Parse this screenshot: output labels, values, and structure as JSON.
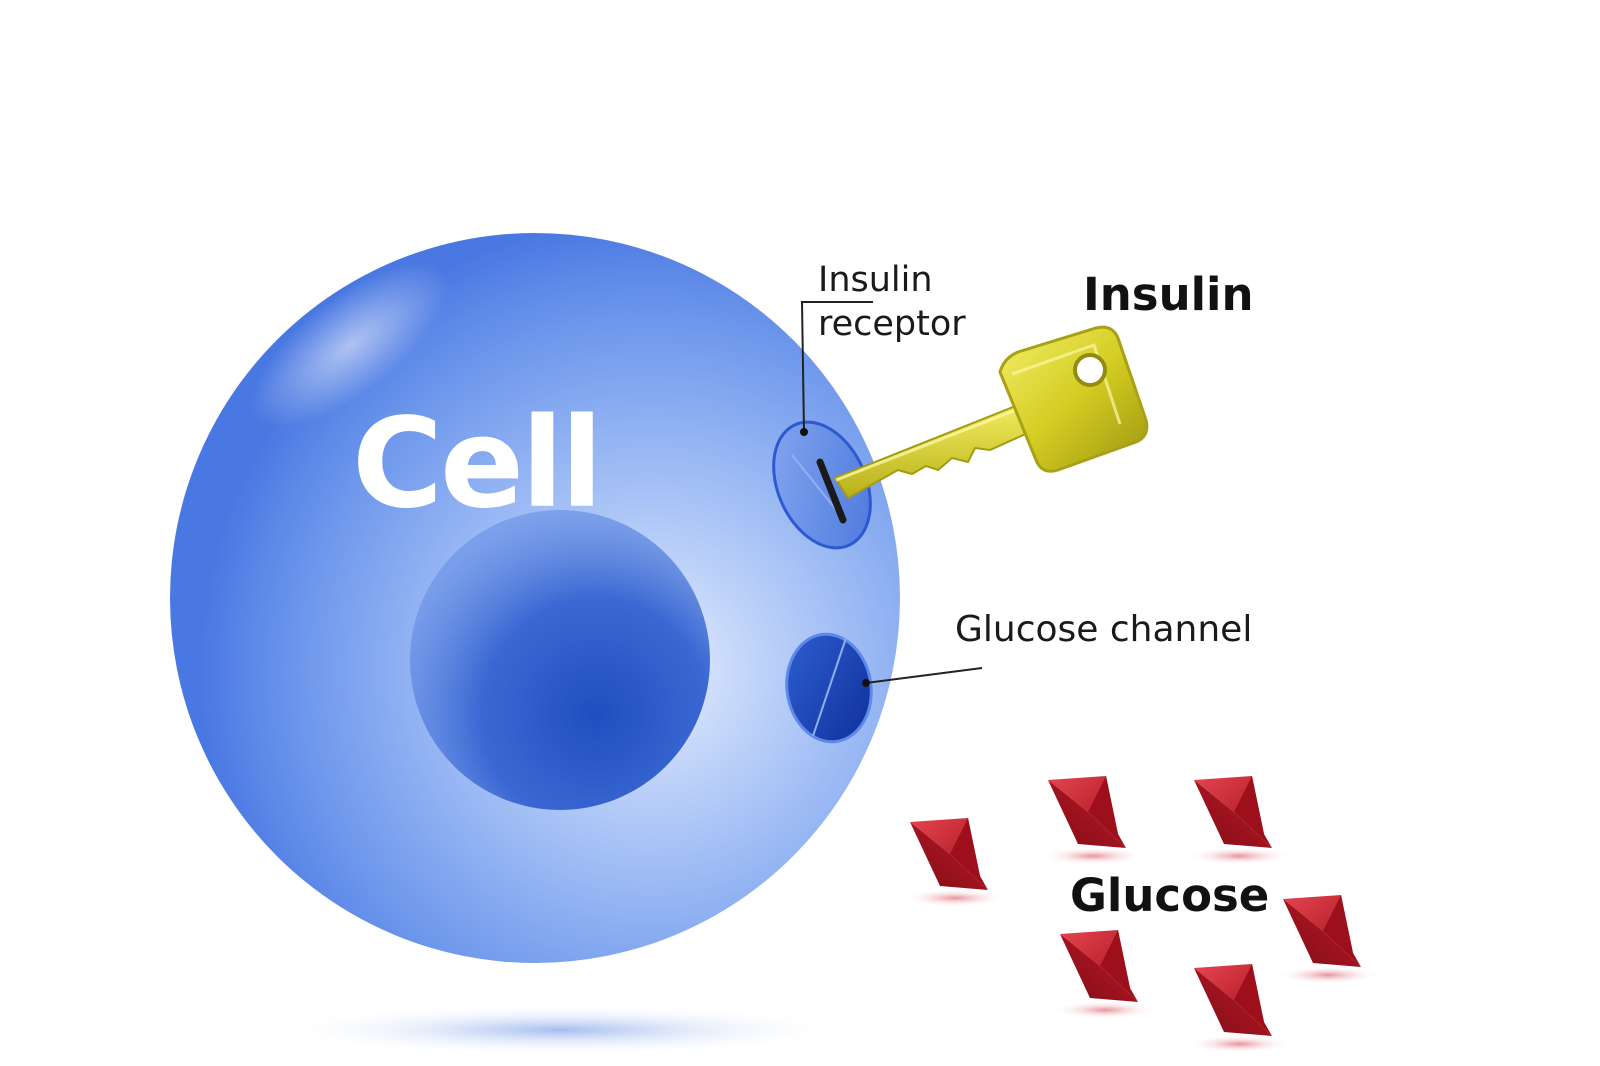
{
  "diagram": {
    "cell_label": "Cell",
    "insulin_receptor_label": {
      "line1": "Insulin",
      "line2": "receptor"
    },
    "insulin_label": "Insulin",
    "glucose_channel_label": "Glucose channel",
    "glucose_label": "Glucose"
  },
  "colors": {
    "cell": "#5b87e8",
    "nucleus": "#2a56c4",
    "receptor": "#5f8ce6",
    "channel": "#1a3fb0",
    "key": "#d8d22a",
    "glucose": "#c6202e",
    "label_text": "#111111"
  },
  "icons": {
    "key": "key-icon",
    "glucose_molecule": "glucose-molecule-icon"
  }
}
